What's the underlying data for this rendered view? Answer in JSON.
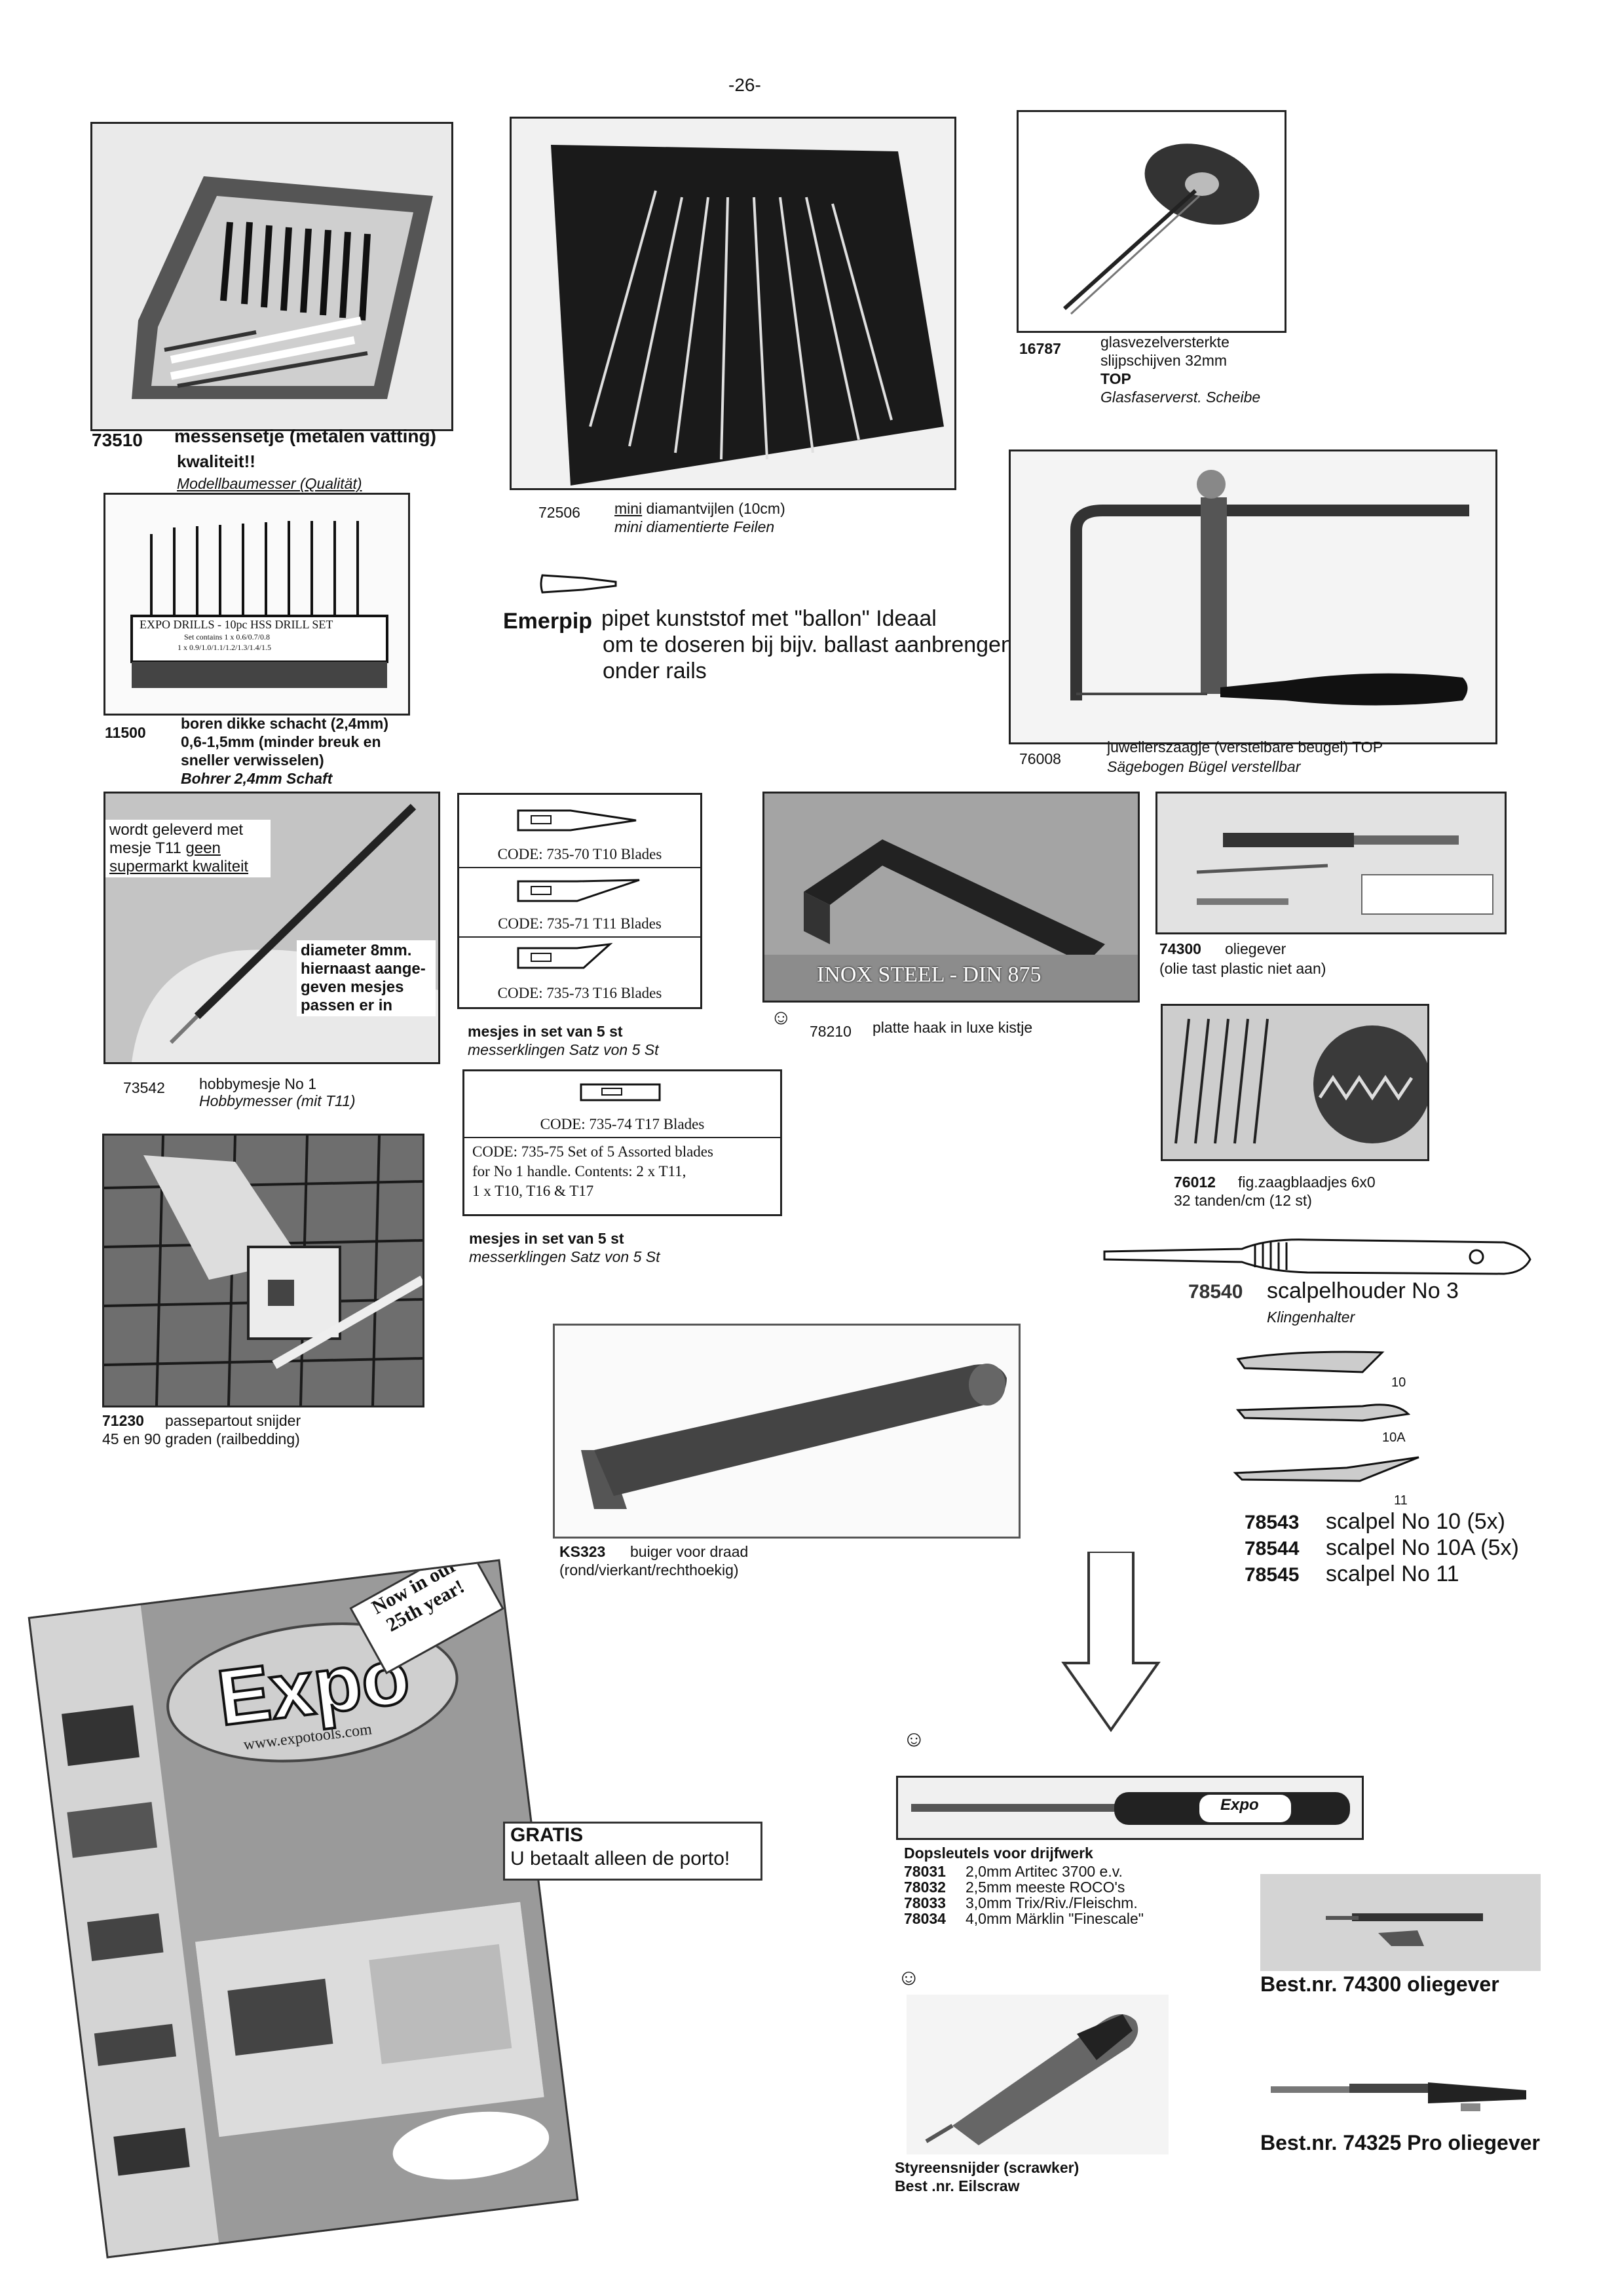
{
  "page_number": "-26-",
  "items": {
    "p73510": {
      "code": "73510",
      "title": "messensetje (metalen vatting)",
      "line2": "kwaliteit!!",
      "de": "Modellbaumesser (Qualität)"
    },
    "p72506": {
      "code": "72506",
      "title_u": "mini",
      "title": " diamantvijlen (10cm)",
      "de": "mini diamentierte Feilen"
    },
    "p16787": {
      "code": "16787",
      "line1": "glasvezelversterkte",
      "line2": "slijpschijven 32mm",
      "line3": "TOP",
      "de": "Glasfaserverst. Scheibe"
    },
    "emerpip": {
      "code": "Emerpip",
      "line1": "pipet kunststof met \"ballon\" Ideaal",
      "line2": "om te doseren bij bijv. ballast aanbrengen",
      "line3": "onder rails"
    },
    "p11500": {
      "code": "11500",
      "line1": "boren dikke schacht (2,4mm)",
      "line2": "0,6-1,5mm (minder breuk en",
      "line3": "sneller verwisselen)",
      "de": "Bohrer 2,4mm Schaft",
      "drill_label1": "EXPO DRILLS - 10pc HSS DRILL SET",
      "drill_label2": "Set contains 1 x 0.6/0.7/0.8",
      "drill_label3": "1 x 0.9/1.0/1.1/1.2/1.3/1.4/1.5"
    },
    "p76008": {
      "code": "76008",
      "line1": "juwelierszaagje (verstelbare beugel) TOP",
      "de": "Sägebogen Bügel verstellbar"
    },
    "p73542": {
      "code": "73542",
      "line1": "hobbymesje  No 1",
      "de": "Hobbymesser  (mit T11)",
      "overlay1a": "wordt geleverd met",
      "overlay1b": "mesje T11 ",
      "overlay1c": "geen",
      "overlay1d": "supermarkt kwaliteit",
      "overlay2a": "diameter 8mm.",
      "overlay2b": "hiernaast aange-",
      "overlay2c": "geven mesjes",
      "overlay2d": "passen er in"
    },
    "blades": {
      "b1": "CODE: 735-70   T10 Blades",
      "b2": "CODE: 735-71   T11  Blades",
      "b3": "CODE: 735-73   T16 Blades",
      "set_line1": "mesjes in set van 5 st",
      "set_de": "messerklingen Satz von 5 St",
      "b4": "CODE: 735-74   T17  Blades",
      "b5a": "CODE: 735-75  Set of 5 Assorted blades",
      "b5b": "for No 1 handle.  Contents: 2 x T11,",
      "b5c": "1 x T10, T16 & T17",
      "set2_line1": "mesjes in set van 5 st",
      "set2_de": "messerklingen Satz von 5 St"
    },
    "p78210": {
      "code": "78210",
      "line1": "platte haak in luxe kistje",
      "photo_text": "INOX STEEL - DIN 875"
    },
    "p74300": {
      "code": "74300",
      "line1": "oliegever",
      "line2": "(olie tast plastic niet aan)"
    },
    "p76012": {
      "code": "76012",
      "line1": "fig.zaagblaadjes 6x0",
      "line2": "32 tanden/cm (12 st)"
    },
    "p71230": {
      "code": "71230",
      "line1": "passepartout snijder",
      "line2": "45 en 90 graden (railbedding)"
    },
    "p78540": {
      "code": "78540",
      "line1": "scalpelhouder No 3",
      "de": "Klingenhalter",
      "b10": "10",
      "b10a": "10A",
      "b11": "11"
    },
    "scalpels": [
      {
        "code": "78543",
        "label": "scalpel No 10 (5x)"
      },
      {
        "code": "78544",
        "label": "scalpel No 10A (5x)"
      },
      {
        "code": "78545",
        "label": "scalpel No 11"
      }
    ],
    "pks323": {
      "code": "KS323",
      "line1": "buiger voor draad",
      "line2": "(rond/vierkant/rechthoekig)"
    },
    "catalog": {
      "brand": "Expo",
      "badge1": "Now in our",
      "badge2": "25th year!",
      "url": "www.expotools.com",
      "gratis": "GRATIS",
      "porto": "U betaalt alleen de porto!"
    },
    "dop": {
      "title": "Dopsleutels voor drijfwerk",
      "handle": "Expo",
      "rows": [
        {
          "code": "78031",
          "label": "2,0mm Artitec 3700 e.v."
        },
        {
          "code": "78032",
          "label": "2,5mm meeste ROCO's"
        },
        {
          "code": "78033",
          "label": "3,0mm Trix/Riv./Fleischm."
        },
        {
          "code": "78034",
          "label": "4,0mm Märklin \"Finescale\""
        }
      ]
    },
    "styreen": {
      "line1": "Styreensnijder (scrawker)",
      "line2": "Best .nr.  Eilscraw"
    },
    "olie1": {
      "label": "Best.nr. 74300 oliegever"
    },
    "olie2": {
      "label": "Best.nr. 74325 Pro oliegever"
    }
  }
}
